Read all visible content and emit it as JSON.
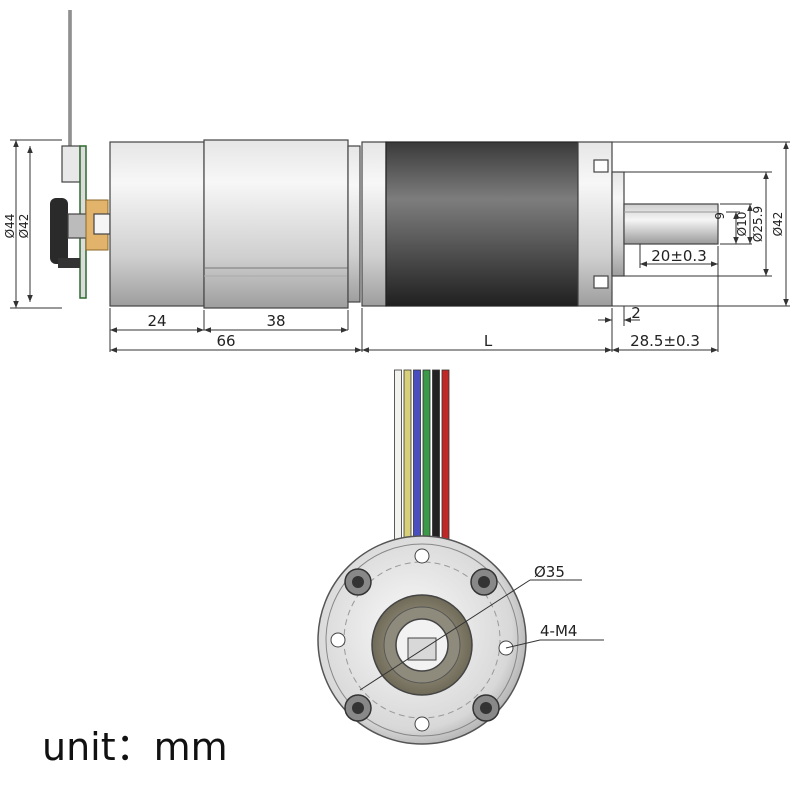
{
  "dimensions": {
    "body_diameter_outer": "Ø44",
    "body_diameter_inner": "Ø42",
    "encoder_length": "24",
    "motor_length": "38",
    "motor_total_length": "66",
    "gearbox_length": "L",
    "shaft_length": "28.5±0.3",
    "shaft_usable_length": "20±0.3",
    "shoulder_length": "2",
    "flat_depth": "9",
    "shaft_diameter": "Ø10",
    "boss_diameter": "Ø25.9",
    "gearbox_diameter": "Ø42",
    "bolt_circle": "Ø35",
    "mounting_holes": "4-M4"
  },
  "wire_colors": [
    "#f2f2ee",
    "#d8cf7a",
    "#4a4fc0",
    "#3a9a48",
    "#222222",
    "#c02828"
  ],
  "unit_label": "unit：mm"
}
